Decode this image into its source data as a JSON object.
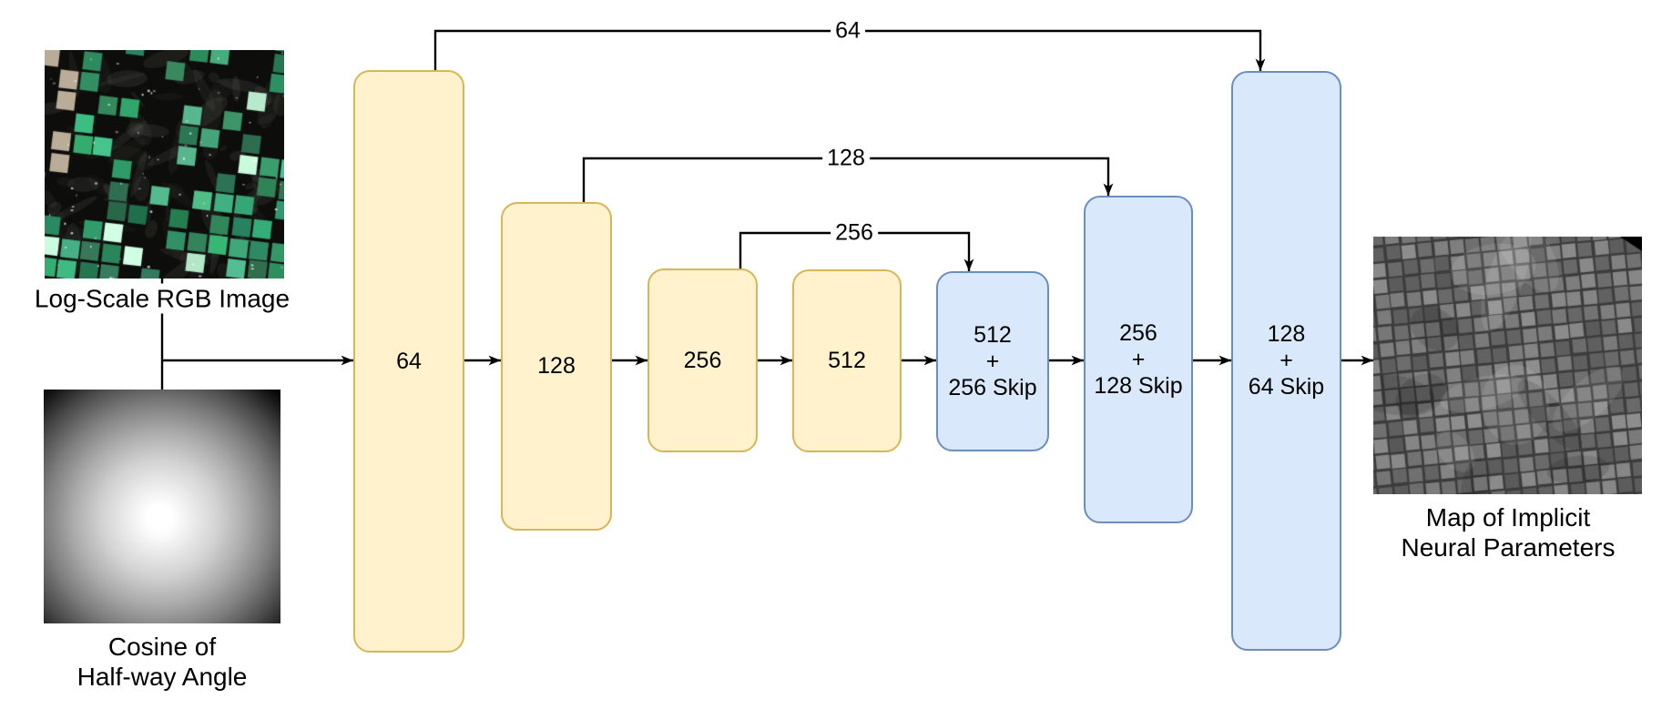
{
  "inputs": {
    "rgb_caption": "Log-Scale RGB Image",
    "cosine_caption_line1": "Cosine of",
    "cosine_caption_line2": "Half-way Angle"
  },
  "output": {
    "caption_line1": "Map of Implicit",
    "caption_line2": "Neural Parameters"
  },
  "encoder": [
    {
      "label": "64"
    },
    {
      "label": "128"
    },
    {
      "label": "256"
    },
    {
      "label": "512"
    }
  ],
  "decoder": [
    {
      "line1": "512",
      "op": "+",
      "line2": "256 Skip"
    },
    {
      "line1": "256",
      "op": "+",
      "line2": "128 Skip"
    },
    {
      "line1": "128",
      "op": "+",
      "line2": "64 Skip"
    }
  ],
  "skips": [
    {
      "label": "64"
    },
    {
      "label": "128"
    },
    {
      "label": "256"
    }
  ],
  "colors": {
    "encoder_fill": "#FFF2CC",
    "encoder_border": "#D6B656",
    "decoder_fill": "#DAE8FC",
    "decoder_border": "#6C8EBF",
    "line": "#000000"
  }
}
